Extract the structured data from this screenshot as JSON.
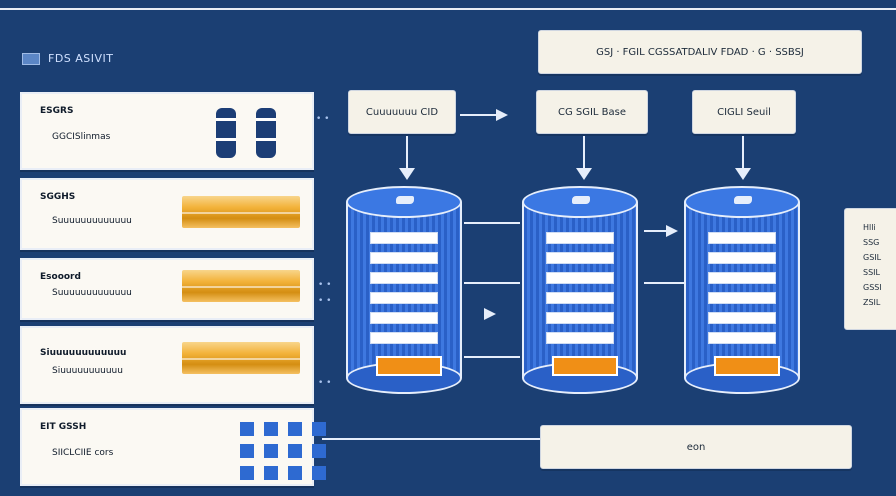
{
  "brand": {
    "label": "FDS ASIVIT"
  },
  "header": {
    "text": "GSJ · FGIL CGSSATDALIV FDAD · G · SSBSJ"
  },
  "left_cards": [
    {
      "title": "ESGRS",
      "subtitle": "GGCISlinmas"
    },
    {
      "title": "SGGHS",
      "subtitle": "Suuuuuuuuuuuuu"
    },
    {
      "title": "Esooord",
      "subtitle": "Suuuuuuuuuuuuu"
    },
    {
      "title": "Siuuuuuuuuuuuu",
      "subtitle": "Siuuuuuuuuuuu"
    },
    {
      "title": "EIT GSSH",
      "subtitle": "SIICLCIIE cors"
    }
  ],
  "top_boxes": [
    {
      "label": "Cuuuuuuu CID"
    },
    {
      "label": "CG SGIL Base"
    },
    {
      "label": "CIGLI Seuil"
    }
  ],
  "side_panel": {
    "items": [
      "Hlli",
      "SSG",
      "GSIL",
      "SSIL",
      "GSSI",
      "ZSIL"
    ]
  },
  "bottom_box": {
    "label": "eon"
  },
  "connector_marks": [
    "• •",
    "• •",
    "• •",
    "• •"
  ]
}
